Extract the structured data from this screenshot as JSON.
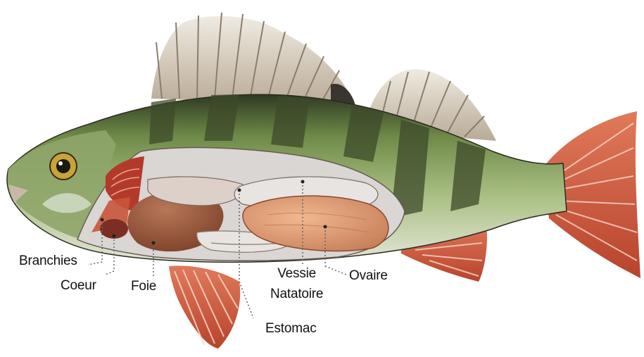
{
  "labels": {
    "branchies": "Branchies",
    "coeur": "Coeur",
    "foie": "Foie",
    "vessie_line1": "Vessie",
    "vessie_line2": "Natatoire",
    "ovaire": "Ovaire",
    "estomac": "Estomac"
  },
  "colors": {
    "body_green": "#8aa860",
    "body_dark_band": "#3d4a2a",
    "fin_red": "#c9553a",
    "dorsal_fin": "#d8cfc0",
    "organ_brown": "#9a5a40",
    "swim_bladder": "#d99870",
    "cavity_grey": "#d9d6d4"
  }
}
